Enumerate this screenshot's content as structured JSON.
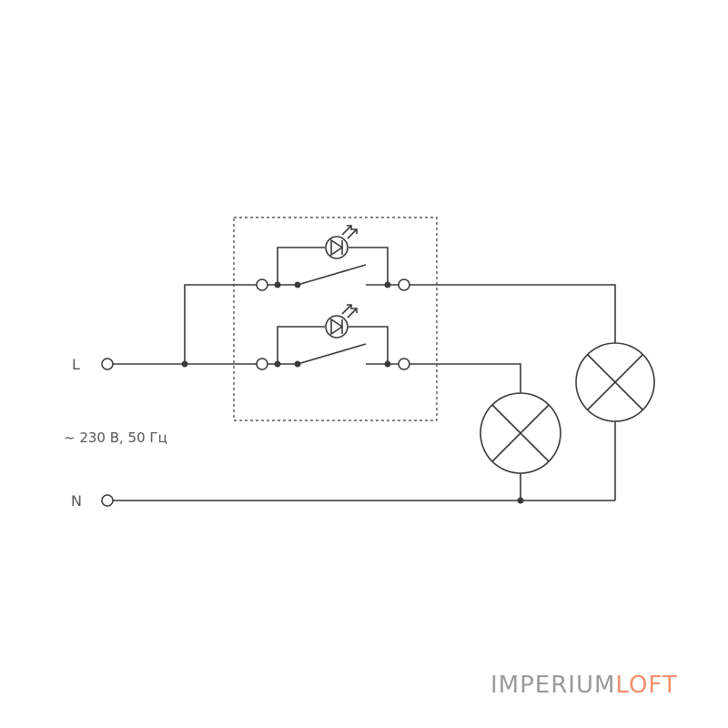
{
  "labels": {
    "live": "L",
    "neutral": "N",
    "supply": "~ 230 В, 50 Гц"
  },
  "brand": {
    "part1": "IMPERIUM",
    "part2": "LOFT",
    "color_part1": "#9a9a9a",
    "color_part2": "#f08f6e"
  },
  "colors": {
    "line": "#3a3a3a",
    "background": "#ffffff"
  }
}
